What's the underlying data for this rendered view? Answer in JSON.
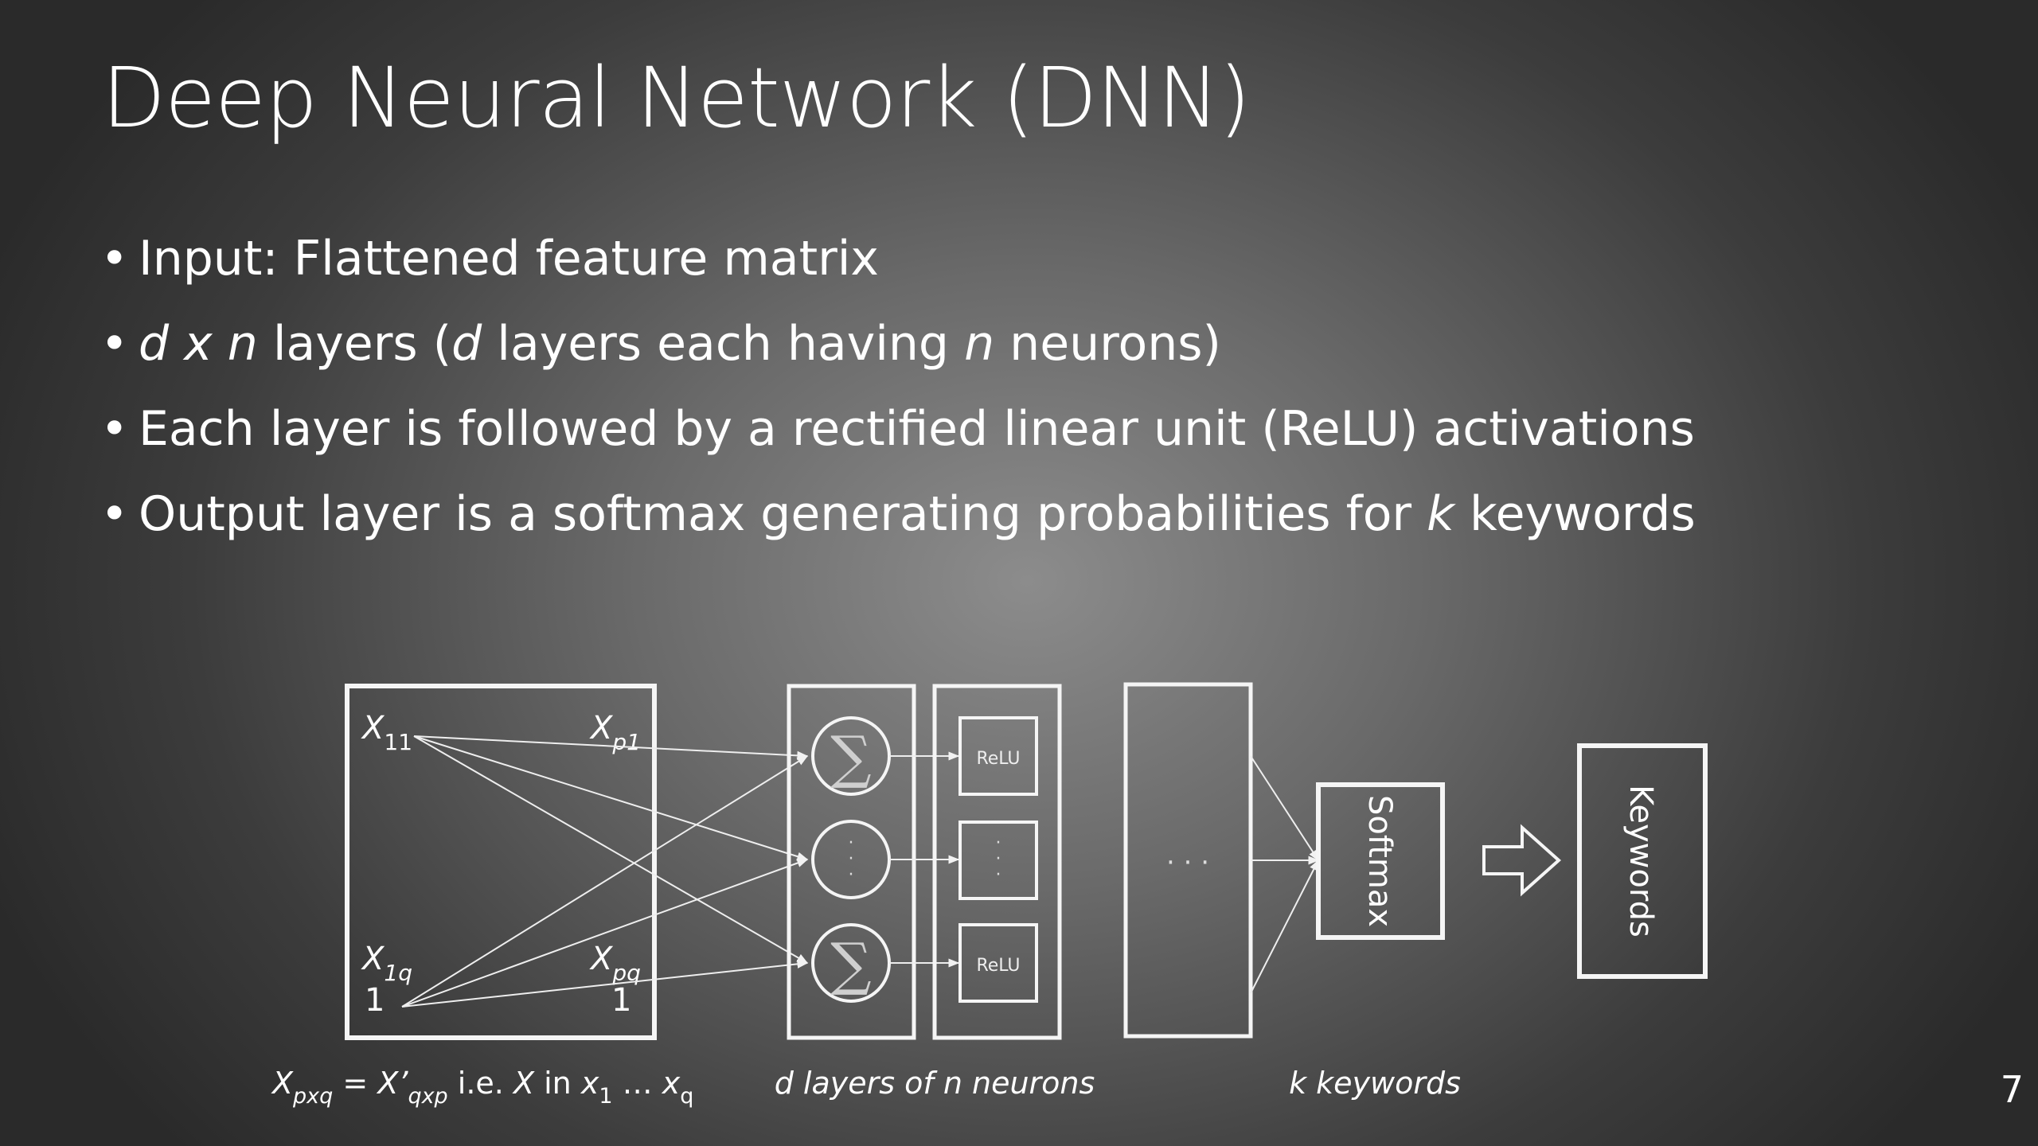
{
  "slide": {
    "title": "Deep Neural Network (DNN)",
    "page_number": "7"
  },
  "bullets": [
    {
      "segments": [
        {
          "text": "Input: Flattened feature matrix",
          "italic": false
        }
      ]
    },
    {
      "segments": [
        {
          "text": "d x n",
          "italic": true
        },
        {
          "text": " layers (",
          "italic": false
        },
        {
          "text": "d",
          "italic": true
        },
        {
          "text": " layers each having ",
          "italic": false
        },
        {
          "text": "n",
          "italic": true
        },
        {
          "text": " neurons)",
          "italic": false
        }
      ]
    },
    {
      "segments": [
        {
          "text": "Each layer is followed by a rectified linear unit (ReLU) activations",
          "italic": false
        }
      ]
    },
    {
      "segments": [
        {
          "text": "Output layer is a softmax generating probabilities for ",
          "italic": false
        },
        {
          "text": "k",
          "italic": true
        },
        {
          "text": " keywords",
          "italic": false
        }
      ]
    }
  ],
  "diagram": {
    "matrix": {
      "x11": {
        "base": "X",
        "sub": "11"
      },
      "xp1": {
        "base": "X",
        "sub": "p1"
      },
      "x1q": {
        "base": "X",
        "sub": "1q"
      },
      "xpq": {
        "base": "X",
        "sub": "pq"
      },
      "bias_left": "1",
      "bias_right": "1"
    },
    "neuron_symbol": "∑",
    "neuron_dots": "·",
    "relu_label": "ReLU",
    "relu_dots": "·",
    "hidden_dots": "· · ·",
    "softmax_label": "Softmax",
    "keywords_label": "Keywords",
    "caption_matrix": {
      "x": "X",
      "pxq": "pxq",
      "eq": " = ",
      "xprime": "X’",
      "qxp": "qxp",
      "ie": " i.e. ",
      "X": "X",
      "in": " in ",
      "x1": "x",
      "one": "1",
      "ellipsis": " … ",
      "xq": "x",
      "q": "q"
    },
    "caption_layers": "d layers of n neurons",
    "caption_keywords": "k keywords"
  }
}
